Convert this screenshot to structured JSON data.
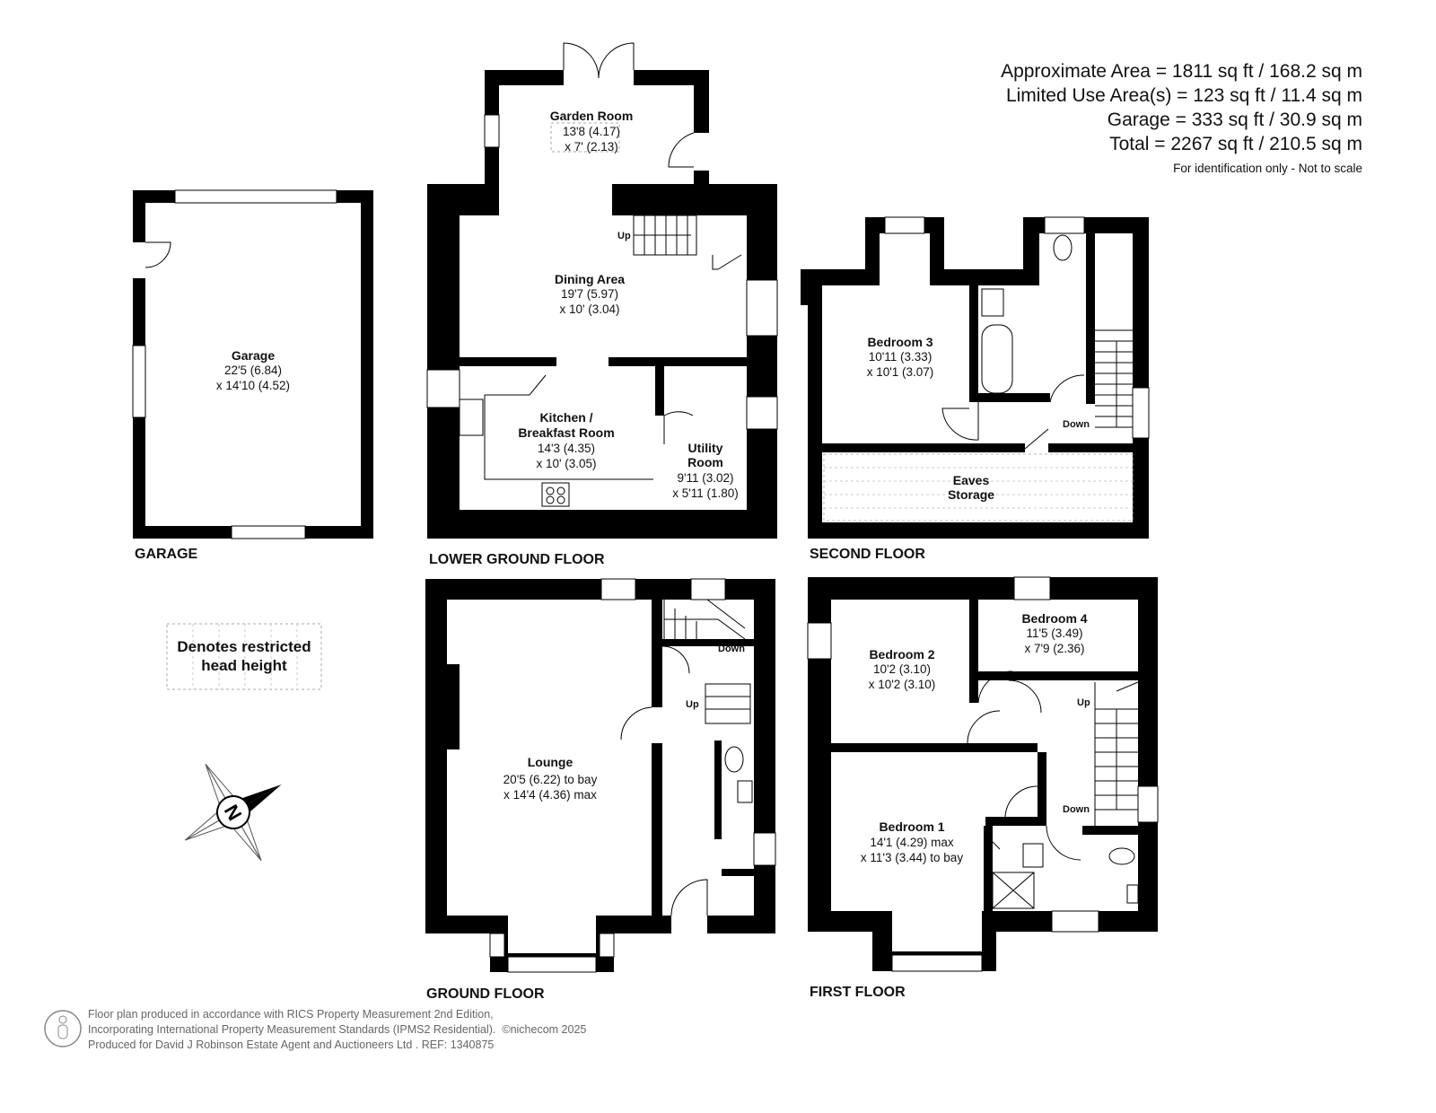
{
  "areas": {
    "approximate": "Approximate Area = 1811 sq ft / 168.2 sq m",
    "limited": "Limited Use Area(s) = 123 sq ft / 11.4 sq m",
    "garage": "Garage = 333 sq ft / 30.9 sq m",
    "total": "Total = 2267 sq ft / 210.5 sq m",
    "note": "For identification only - Not to scale"
  },
  "floors": {
    "garage": {
      "label": "GARAGE",
      "rooms": [
        {
          "name": "Garage",
          "dim1": "22'5 (6.84)",
          "dim2": "x 14'10 (4.52)"
        }
      ]
    },
    "lower_ground": {
      "label": "LOWER GROUND FLOOR",
      "rooms": [
        {
          "name": "Garden Room",
          "dim1": "13'8 (4.17)",
          "dim2": "x 7' (2.13)"
        },
        {
          "name": "Dining Area",
          "dim1": "19'7 (5.97)",
          "dim2": "x 10' (3.04)"
        },
        {
          "name": "Kitchen /",
          "name2": "Breakfast Room",
          "dim1": "14'3 (4.35)",
          "dim2": "x 10' (3.05)"
        },
        {
          "name": "Utility",
          "name2": "Room",
          "dim1": "9'11 (3.02)",
          "dim2": "x 5'11 (1.80)"
        }
      ],
      "stairs": "Up"
    },
    "second": {
      "label": "SECOND FLOOR",
      "rooms": [
        {
          "name": "Bedroom 3",
          "dim1": "10'11 (3.33)",
          "dim2": "x 10'1 (3.07)"
        },
        {
          "name": "Eaves",
          "name2": "Storage"
        }
      ],
      "stairs": "Down"
    },
    "ground": {
      "label": "GROUND FLOOR",
      "rooms": [
        {
          "name": "Lounge",
          "dim1": "20'5 (6.22) to bay",
          "dim2": "x 14'4 (4.36) max"
        }
      ],
      "stairs_down": "Down",
      "stairs_up": "Up"
    },
    "first": {
      "label": "FIRST FLOOR",
      "rooms": [
        {
          "name": "Bedroom 2",
          "dim1": "10'2 (3.10)",
          "dim2": "x 10'2 (3.10)"
        },
        {
          "name": "Bedroom 4",
          "dim1": "11'5 (3.49)",
          "dim2": "x 7'9 (2.36)"
        },
        {
          "name": "Bedroom 1",
          "dim1": "14'1 (4.29) max",
          "dim2": "x 11'3 (3.44) to bay"
        }
      ],
      "stairs_up": "Up",
      "stairs_down": "Down"
    }
  },
  "legend": {
    "line1": "Denotes restricted",
    "line2": "head height"
  },
  "compass": "N",
  "footer": {
    "line1": "Floor plan produced in accordance with RICS Property Measurement 2nd Edition,",
    "line2": "Incorporating International Property Measurement Standards (IPMS2 Residential).",
    "copyright": "©nichecom 2025",
    "line3": "Produced for David J Robinson Estate Agent and Auctioneers Ltd .   REF: 1340875"
  }
}
